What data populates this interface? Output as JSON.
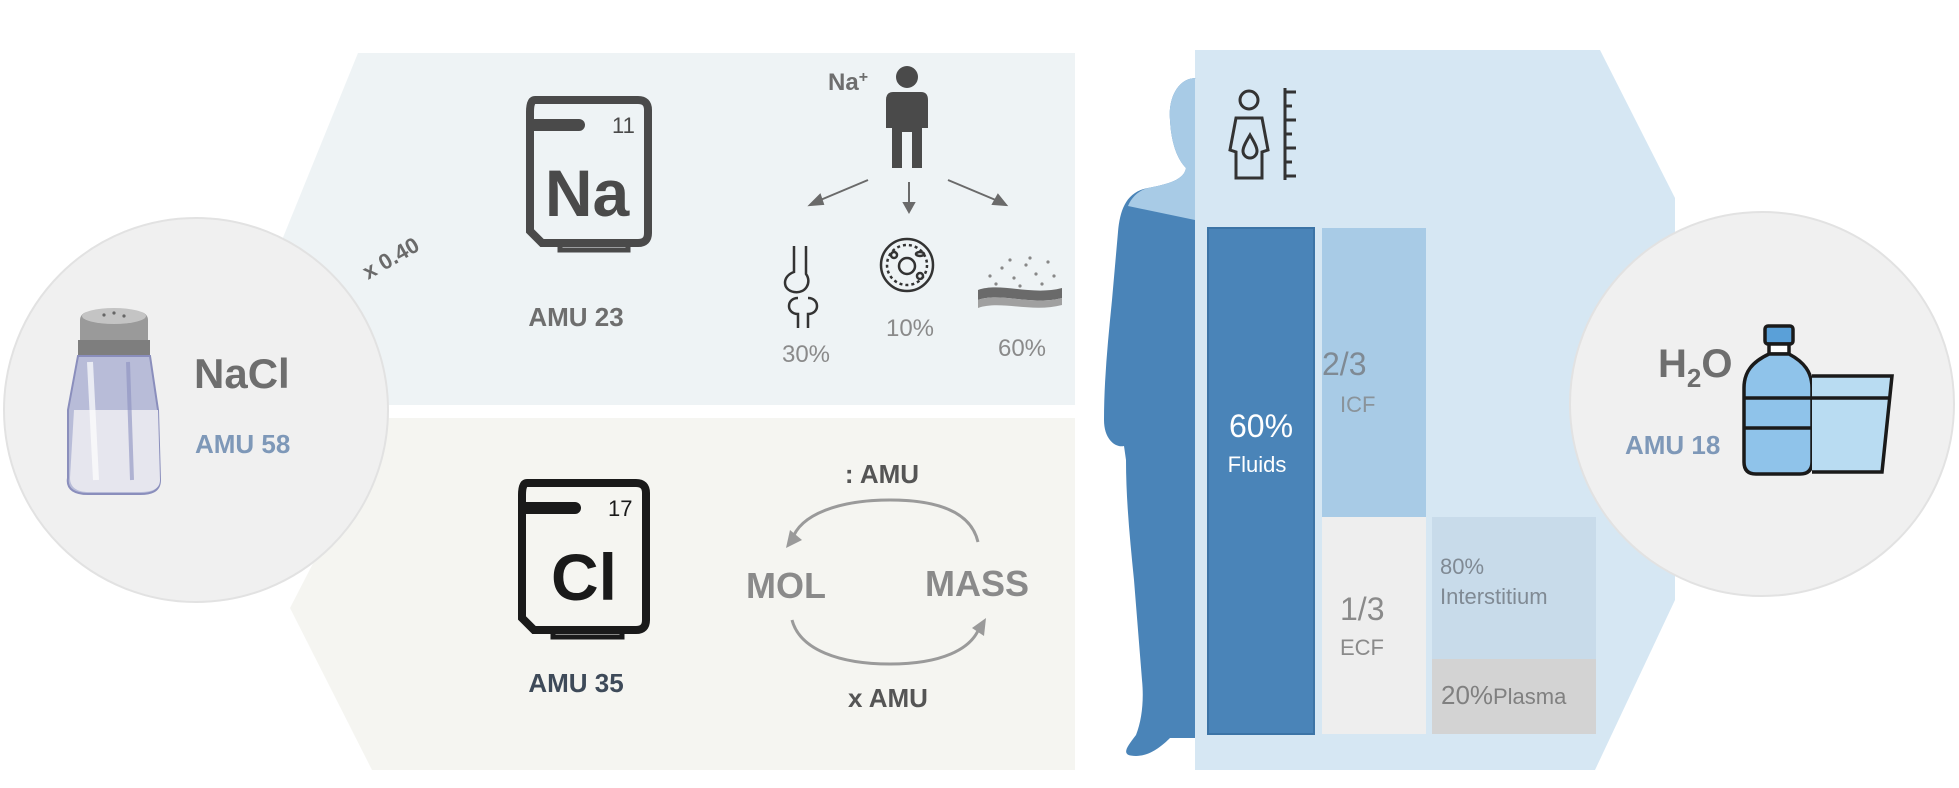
{
  "nacl": {
    "formula": "NaCl",
    "amu": "AMU 58"
  },
  "factor": "x 0.40",
  "sodium": {
    "symbol": "Na",
    "number": "11",
    "amu": "AMU 23",
    "ion_label": "Na",
    "ion_charge": "+",
    "distribution": [
      {
        "name": "bone",
        "percent": "30%"
      },
      {
        "name": "cell",
        "percent": "10%"
      },
      {
        "name": "interstitium",
        "percent": "60%"
      }
    ]
  },
  "chlorine": {
    "symbol": "Cl",
    "number": "17",
    "amu": "AMU 35"
  },
  "conversion": {
    "top_label": ": AMU",
    "left_label": "MOL",
    "right_label": "MASS",
    "bottom_label": "x AMU"
  },
  "fluids": {
    "total_percent": "60%",
    "total_label": "Fluids",
    "icf_fraction": "2/3",
    "icf_label": "ICF",
    "ecf_fraction": "1/3",
    "ecf_label": "ECF",
    "interstitium_percent": "80%",
    "interstitium_label": "Interstitium",
    "plasma_percent": "20%",
    "plasma_label": "Plasma"
  },
  "water": {
    "formula_h": "H",
    "formula_sub": "2",
    "formula_o": "O",
    "amu": "AMU 18"
  },
  "colors": {
    "dark_blue": "#4a84b8",
    "light_blue": "#a8cbe6",
    "panel_blue": "#d6e7f3",
    "panel_gray_blue": "#eef3f5",
    "panel_beige": "#f5f5f1",
    "circle_fill": "#f0f0f0",
    "gray_text": "#8a8a8a",
    "dark_text": "#3e4a59",
    "amu_blue": "#7e98b8"
  }
}
